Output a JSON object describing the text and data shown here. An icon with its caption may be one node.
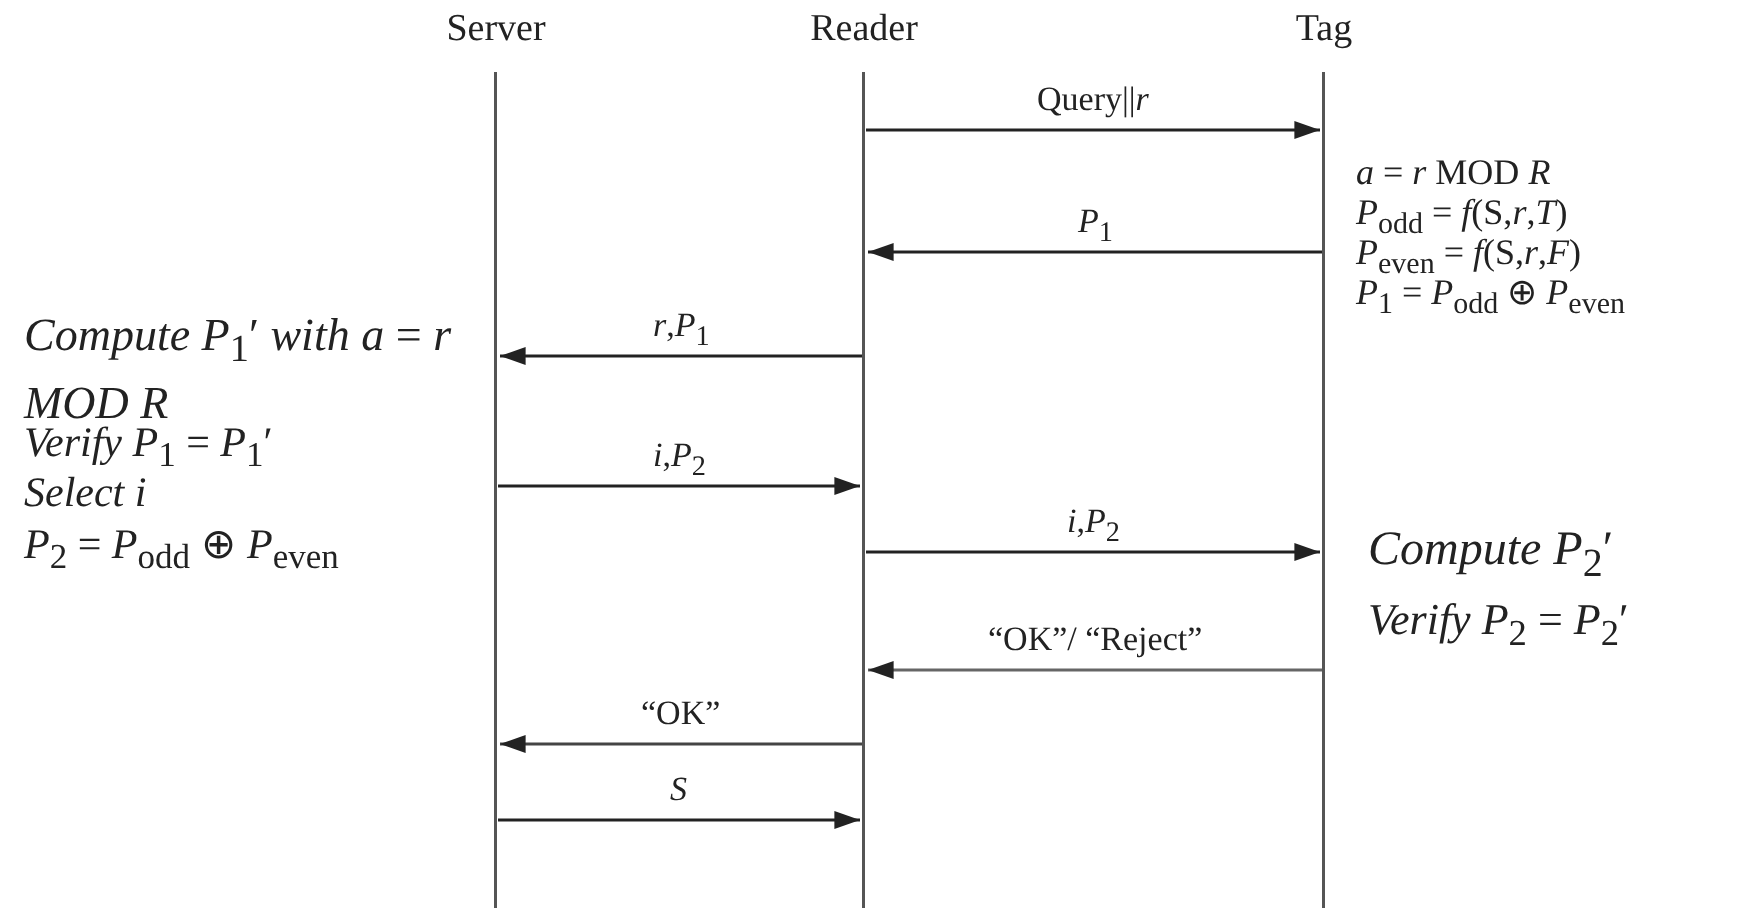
{
  "diagram": {
    "nodes": [
      {
        "text": [
          "Server"
        ],
        "beside": [
          "*Compute P*$_{1}$′ *with a* = *r MOD R*",
          "*Verify P*$_{1}$ = *P*$_{1}$′",
          "*Select i*",
          "*P*$_{2}$ = *P*$_{odd}$ ⊕ *P*$_{even}$"
        ]
      },
      {
        "text": [
          "Reader"
        ]
      },
      {
        "text": [
          "Tag"
        ],
        "beside": [
          "*a* = *r* MOD *R*",
          "*P*$_{odd}$ = *f*(S,*r*,*T*)",
          "*P*$_{even}$ = *f*(S,*r*,*F*)",
          "*P*$_{1}$ = *P*$_{odd}$ ⊕ *P*$_{even}$",
          "*Compute P*$_{2}$′",
          "*Verify P*$_{2}$ = *P*$_{2}$′"
        ]
      }
    ],
    "edges": [
      {
        "from": 1,
        "to": 2,
        "arrow": "to",
        "label": "Query||*r*"
      },
      {
        "from": 2,
        "to": 1,
        "arrow": "to",
        "label": "*P*$_{1}$"
      },
      {
        "from": 1,
        "to": 0,
        "arrow": "to",
        "label": "*r*,*P*$_{1}$"
      },
      {
        "from": 0,
        "to": 1,
        "arrow": "to",
        "label": "*i*,*P*$_{2}$"
      },
      {
        "from": 1,
        "to": 2,
        "arrow": "to",
        "label": "*i*,*P*$_{2}$"
      },
      {
        "from": 2,
        "to": 1,
        "arrow": "to",
        "label": "“OK”/ “Reject”"
      },
      {
        "from": 1,
        "to": 0,
        "arrow": "to",
        "label": "“OK”"
      },
      {
        "from": 0,
        "to": 1,
        "arrow": "to",
        "label": "*S*"
      }
    ]
  }
}
